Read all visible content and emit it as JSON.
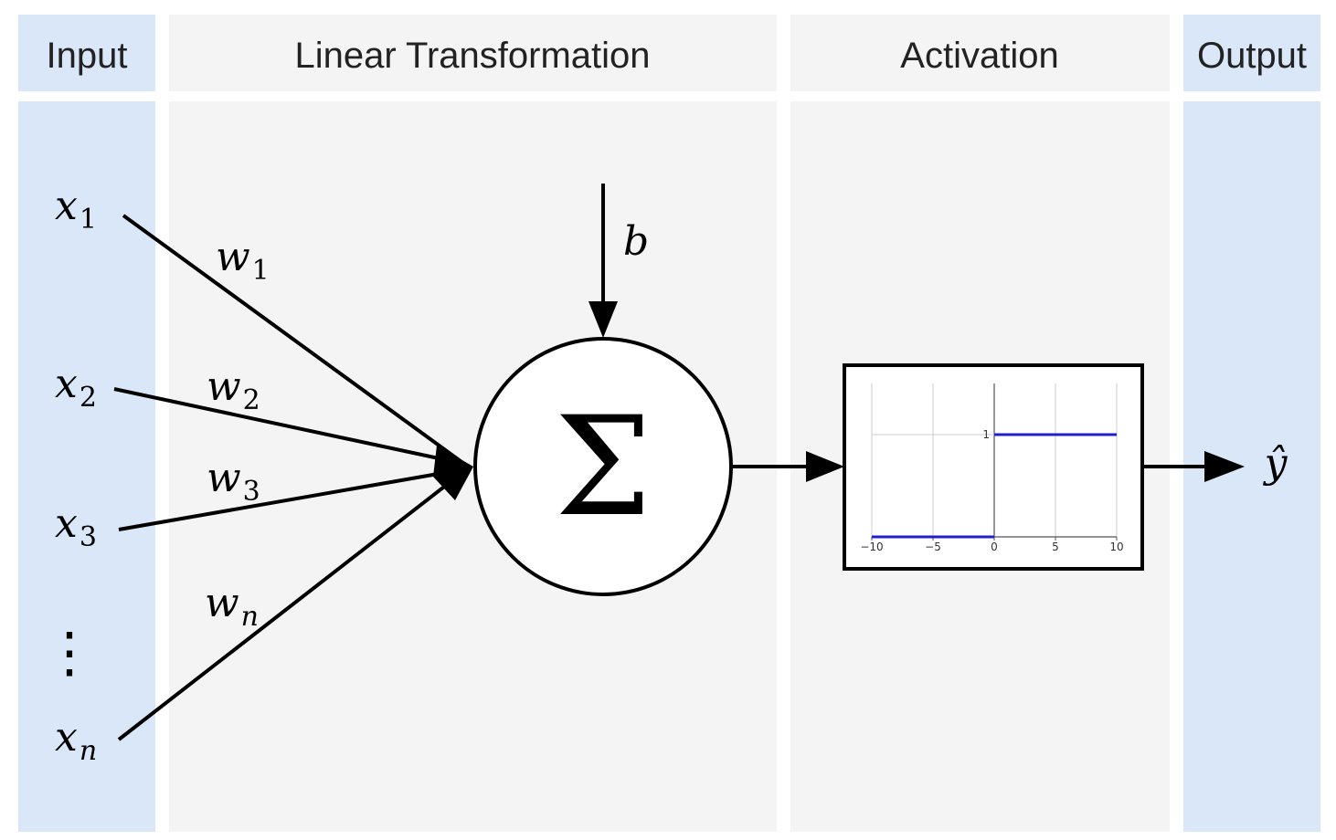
{
  "colors": {
    "input_output_panel": "#d9e7f9",
    "middle_panel": "#f4f4f4",
    "activation_line": "#1f1fd0"
  },
  "columns": {
    "input": "Input",
    "linear": "Linear Transformation",
    "activation": "Activation",
    "output": "Output"
  },
  "inputs": [
    {
      "base": "x",
      "sub": "1",
      "sub_italic": false
    },
    {
      "base": "x",
      "sub": "2",
      "sub_italic": false
    },
    {
      "base": "x",
      "sub": "3",
      "sub_italic": false
    },
    {
      "base": "x",
      "sub": "n",
      "sub_italic": true
    }
  ],
  "weights": [
    {
      "base": "w",
      "sub": "1",
      "sub_italic": false
    },
    {
      "base": "w",
      "sub": "2",
      "sub_italic": false
    },
    {
      "base": "w",
      "sub": "3",
      "sub_italic": false
    },
    {
      "base": "w",
      "sub": "n",
      "sub_italic": true
    }
  ],
  "ellipsis": "⋮",
  "bias": "b",
  "sum_symbol": "Σ",
  "output_symbol": "ŷ",
  "step_plot": {
    "x_ticks": [
      "−10",
      "−5",
      "0",
      "5",
      "10"
    ],
    "y_tick": "1",
    "segments": [
      {
        "x": [
          -10,
          0
        ],
        "y": 0
      },
      {
        "x": [
          0,
          10
        ],
        "y": 1
      }
    ]
  }
}
